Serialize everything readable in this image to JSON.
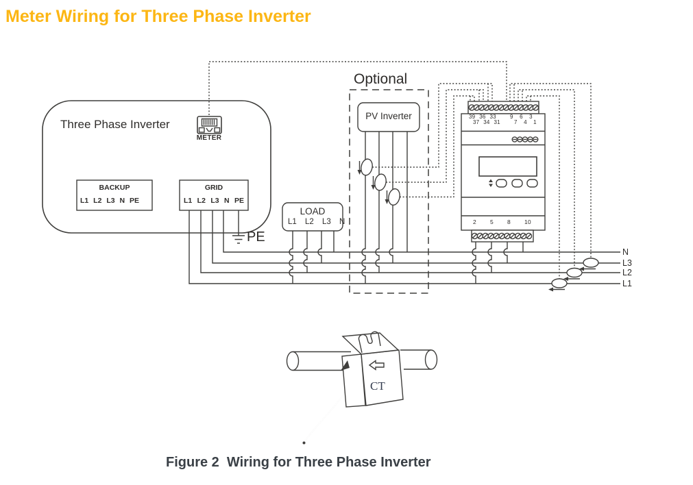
{
  "title": "Meter Wiring for Three Phase Inverter",
  "caption": "Figure 2  Wiring for Three Phase Inverter",
  "inverter": {
    "label": "Three Phase Inverter",
    "port_label": "METER",
    "backup_label": "BACKUP",
    "backup_terminals": "L1 L2 L3 N PE",
    "grid_label": "GRID",
    "grid_terminals": "L1 L2 L3 N PE",
    "ground_label": "PE"
  },
  "load": {
    "label": "LOAD",
    "terminals": "L1 L2 L3 N"
  },
  "optional": {
    "label": "Optional",
    "pv_inverter_label": "PV Inverter"
  },
  "meter": {
    "terminals_left_top": "39 36 33",
    "terminals_left_bottom": "37 34 31",
    "terminals_right_top": "9 6 3",
    "terminals_right_bottom": "7 4 1",
    "terminals_bottom": "2 5 8 10"
  },
  "bus_labels": [
    "N",
    "L3",
    "L2",
    "L1"
  ],
  "ct_label": "CT",
  "colors": {
    "accent_title": "#FCB614",
    "line": "#3F3E3C",
    "caption": "#3A4046"
  }
}
